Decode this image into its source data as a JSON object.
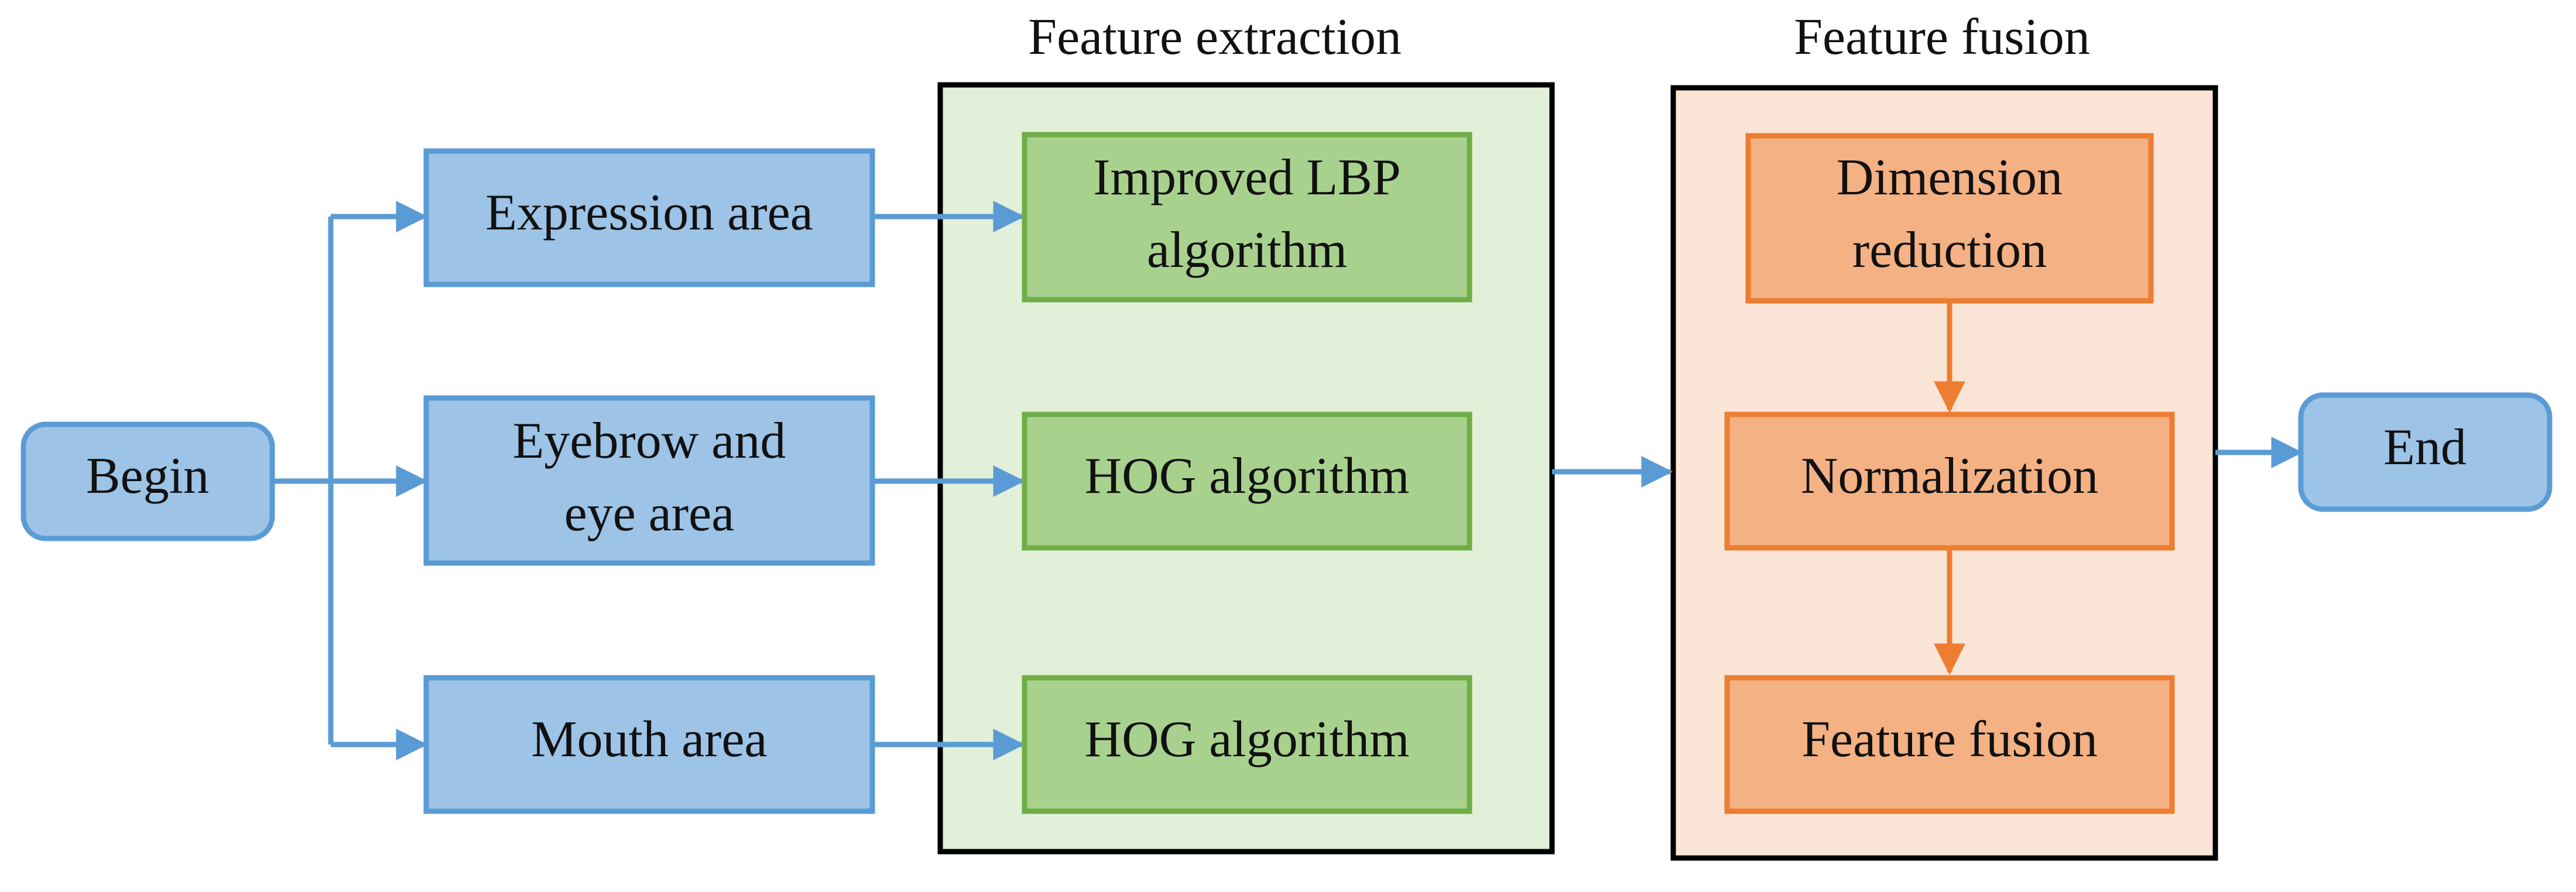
{
  "diagram": {
    "groups": {
      "feature_extraction_title": "Feature extraction",
      "feature_fusion_title": "Feature fusion"
    },
    "nodes": {
      "begin": "Begin",
      "expression_area": "Expression area",
      "eyebrow_eye_area": [
        "Eyebrow and",
        "eye area"
      ],
      "mouth_area": "Mouth area",
      "improved_lbp": [
        "Improved LBP",
        "algorithm"
      ],
      "hog_algorithm_eye": "HOG algorithm",
      "hog_algorithm_mouth": "HOG algorithm",
      "dimension_reduction": [
        "Dimension",
        "reduction"
      ],
      "normalization": "Normalization",
      "feature_fusion": "Feature fusion",
      "end": "End"
    },
    "colors": {
      "blue_fill": "#9DC3E6",
      "blue_stroke": "#5B9BD5",
      "green_fill": "#A9D18E",
      "green_stroke": "#70AD47",
      "green_panel": "#E2F0D9",
      "orange_fill": "#F4B183",
      "orange_stroke": "#ED7D31",
      "orange_panel": "#FBE5D6",
      "panel_stroke": "#000000"
    }
  }
}
